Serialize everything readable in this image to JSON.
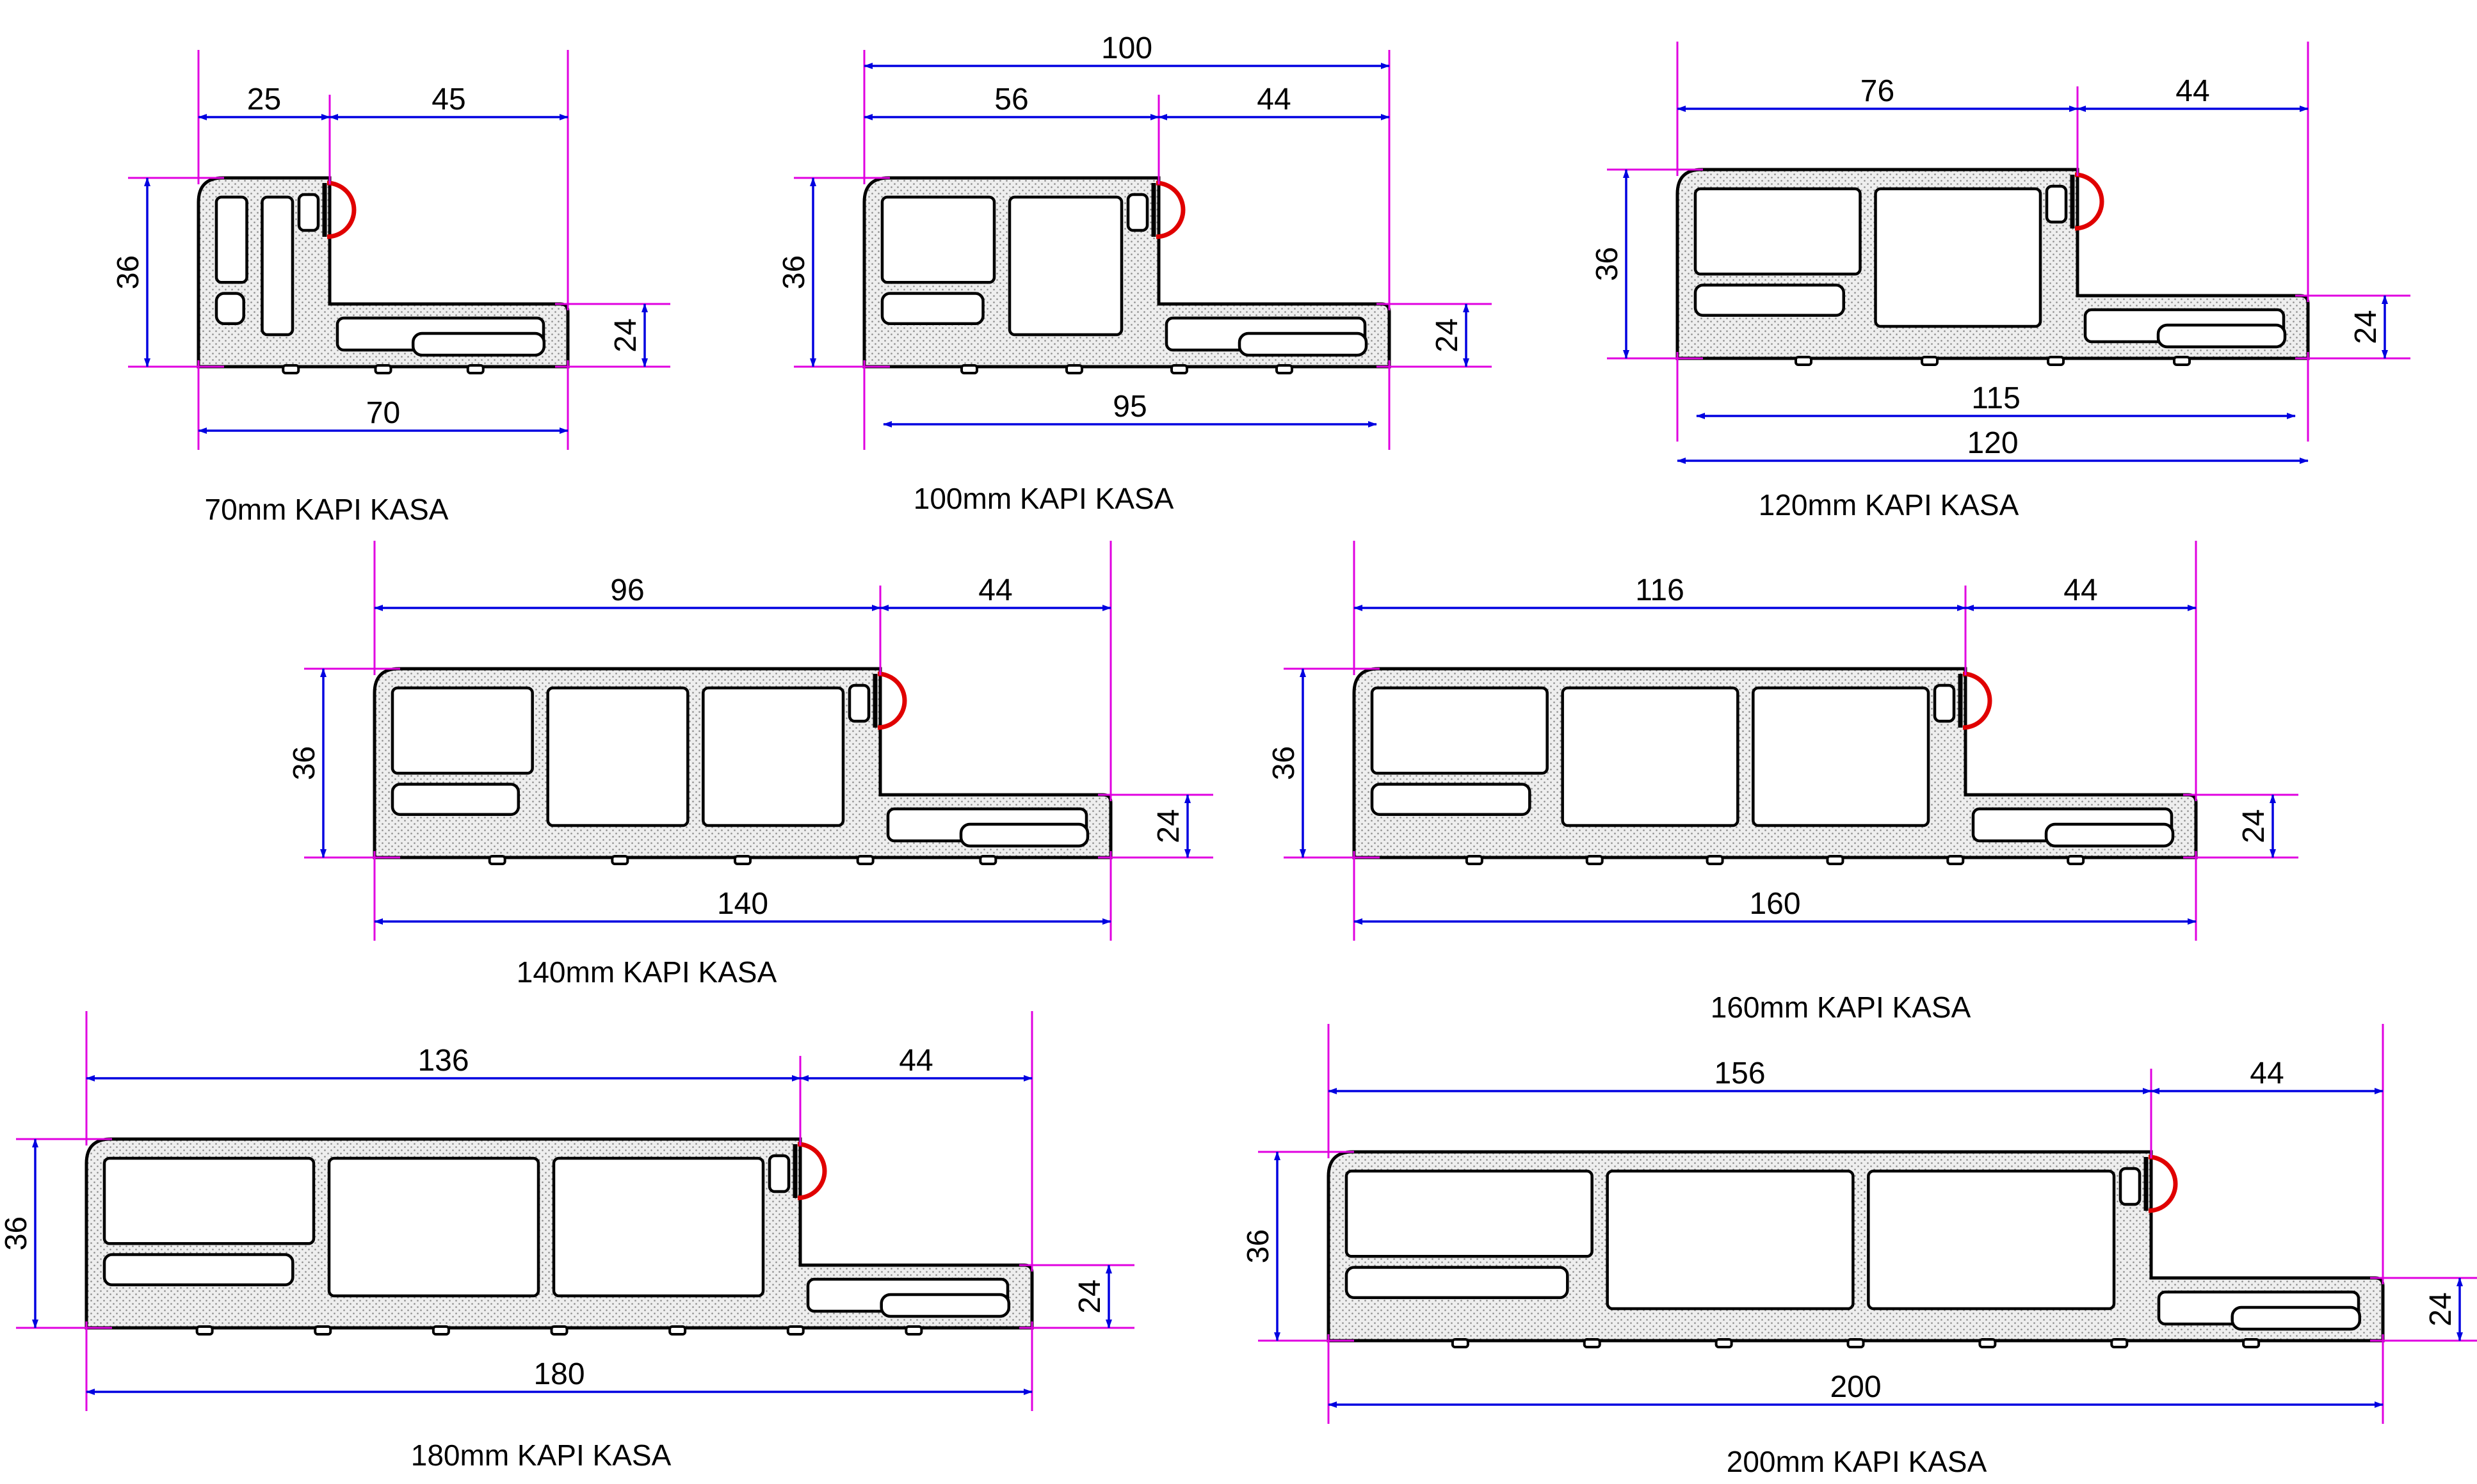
{
  "diagram_title": "",
  "colors": {
    "profile_outline": "#000000",
    "profile_fill": "#e9e9e9",
    "dimension_line": "#0000e0",
    "extension_line": "#e000e0",
    "gasket": "#e00000"
  },
  "profiles": [
    {
      "caption": "70mm KAPI KASA",
      "height": "36",
      "step_height": "24",
      "top_left": "25",
      "top_right": "45",
      "top_total": "",
      "bottom_inner": "",
      "bottom_total": "70"
    },
    {
      "caption": "100mm KAPI KASA",
      "height": "36",
      "step_height": "24",
      "top_left": "56",
      "top_right": "44",
      "top_total": "100",
      "bottom_inner": "95",
      "bottom_total": ""
    },
    {
      "caption": "120mm KAPI KASA",
      "height": "36",
      "step_height": "24",
      "top_left": "76",
      "top_right": "44",
      "top_total": "",
      "bottom_inner": "115",
      "bottom_total": "120"
    },
    {
      "caption": "140mm KAPI KASA",
      "height": "36",
      "step_height": "24",
      "top_left": "96",
      "top_right": "44",
      "top_total": "",
      "bottom_inner": "",
      "bottom_total": "140"
    },
    {
      "caption": "160mm KAPI KASA",
      "height": "36",
      "step_height": "24",
      "top_left": "116",
      "top_right": "44",
      "top_total": "",
      "bottom_inner": "",
      "bottom_total": "160"
    },
    {
      "caption": "180mm KAPI KASA",
      "height": "36",
      "step_height": "24",
      "top_left": "136",
      "top_right": "44",
      "top_total": "",
      "bottom_inner": "",
      "bottom_total": "180"
    },
    {
      "caption": "200mm KAPI KASA",
      "height": "36",
      "step_height": "24",
      "top_left": "156",
      "top_right": "44",
      "top_total": "",
      "bottom_inner": "",
      "bottom_total": "200"
    }
  ]
}
